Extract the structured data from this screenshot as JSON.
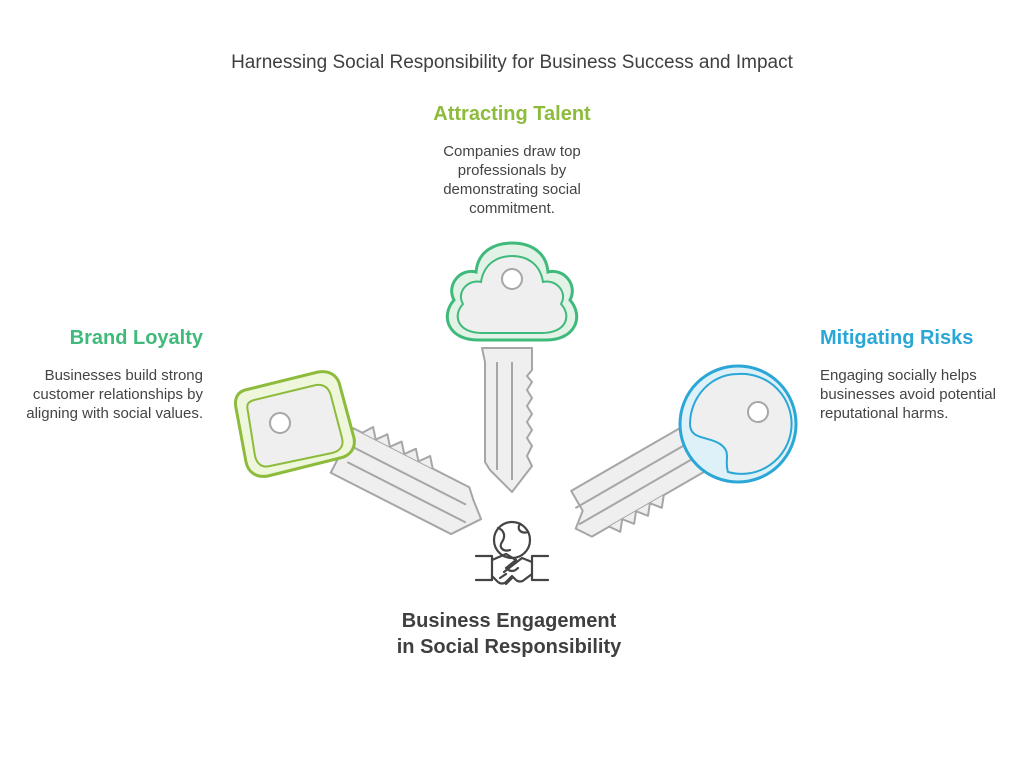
{
  "title": "Harnessing Social Responsibility for Business Success and Impact",
  "colors": {
    "talent": "#8dbb3c",
    "loyalty": "#3fba7a",
    "risks": "#2aa7d6",
    "key_gray_fill": "#efefef",
    "key_gray_stroke": "#a6a6a6"
  },
  "talent": {
    "heading": "Attracting Talent",
    "description": "Companies draw top professionals by demonstrating social commitment."
  },
  "loyalty": {
    "heading": "Brand Loyalty",
    "description": "Businesses build strong customer relationships by aligning with social values."
  },
  "risks": {
    "heading": "Mitigating Risks",
    "description": "Engaging socially helps businesses avoid potential reputational harms."
  },
  "center": {
    "label": "Business Engagement in Social Responsibility",
    "icon": "globe-handshake-icon"
  }
}
